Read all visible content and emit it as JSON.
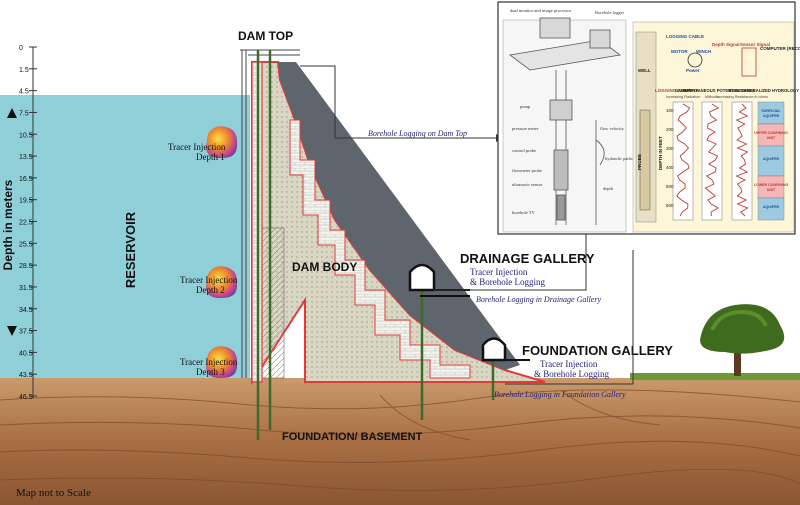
{
  "depth_axis": {
    "title": "Depth in meters",
    "ticks": [
      "0",
      "1.5",
      "4.5",
      "7.5",
      "10.5",
      "13.5",
      "16.5",
      "19.5",
      "22.5",
      "25.5",
      "28.5",
      "31.5",
      "34.5",
      "37.5",
      "40.5",
      "43.5",
      "46.5"
    ]
  },
  "labels": {
    "dam_top": "DAM TOP",
    "reservoir": "RESERVOIR",
    "dam_body": "DAM BODY",
    "drainage_gallery": "DRAINAGE GALLERY",
    "foundation_gallery": "FOUNDATION GALLERY",
    "foundation_basement": "FOUNDATION/ BASEMENT",
    "map_note": "Map not to Scale"
  },
  "tracer_injections": [
    {
      "line1": "Tracer Injection",
      "line2": "Depth 1"
    },
    {
      "line1": "Tracer Injection",
      "line2": "Depth 2"
    },
    {
      "line1": "Tracer Injection",
      "line2": "Depth 3"
    }
  ],
  "gallery_notes": {
    "drainage_line1": "Tracer Injection",
    "drainage_line2": "& Borehole Logging",
    "foundation_line1": "Tracer Injection",
    "foundation_line2": "& Borehole Logging"
  },
  "logging_notes": {
    "dam_top": "Borehole Logging on Dam Top",
    "drainage": "Borehole Logging in Drainage Gallery",
    "foundation": "Borehole Logging in Foundation Gallery"
  },
  "inset_left": {
    "labels": [
      "dual monitor and image processor",
      "Borehole logger",
      "pump",
      "pressure meter",
      "control probe",
      "flowmeter probe",
      "ultrasonic sensor",
      "borehole TV",
      "flow velocity",
      "hydraulic pathway",
      "depth"
    ]
  },
  "inset_right": {
    "labels": [
      "LOGGING CABLE",
      "MOTOR",
      "WINCH",
      "Power",
      "Depth Signal",
      "Sensor Signal",
      "COMPUTER (RECORDER)",
      "WELL",
      "LOGGING CONTROL",
      "PROBE",
      "DEPTH IN FEET"
    ],
    "columns": [
      {
        "title": "GAMMA",
        "sub": "Increasing Radiation"
      },
      {
        "title": "SPONTANEOUS POTENTIAL",
        "sub": "Millivolts"
      },
      {
        "title": "RESISTANCE",
        "sub": "Increasing Resistance in ohms"
      },
      {
        "title": "GENERALIZED HYDROLOGY",
        "sub": ""
      }
    ],
    "depth_ticks": [
      "100",
      "200",
      "300",
      "400",
      "500",
      "600"
    ],
    "hydrology": [
      "SURFICIAL AQUIFER",
      "UPPER CONFINING UNIT",
      "AQUIFER",
      "LOWER CONFINING UNIT",
      "AQUIFER"
    ],
    "colors": {
      "aquifer": "#9ecae1",
      "confining": "#f4b6b6",
      "text_blue": "#1f4e9c",
      "text_red": "#c0392b"
    }
  },
  "colors": {
    "water": "#8fd0d8",
    "dam_body": "#c9c69a",
    "dam_face": "#5f656d",
    "red_outline": "#e23a3a",
    "ground": "#b07a4e",
    "note_blue": "#23237a"
  }
}
